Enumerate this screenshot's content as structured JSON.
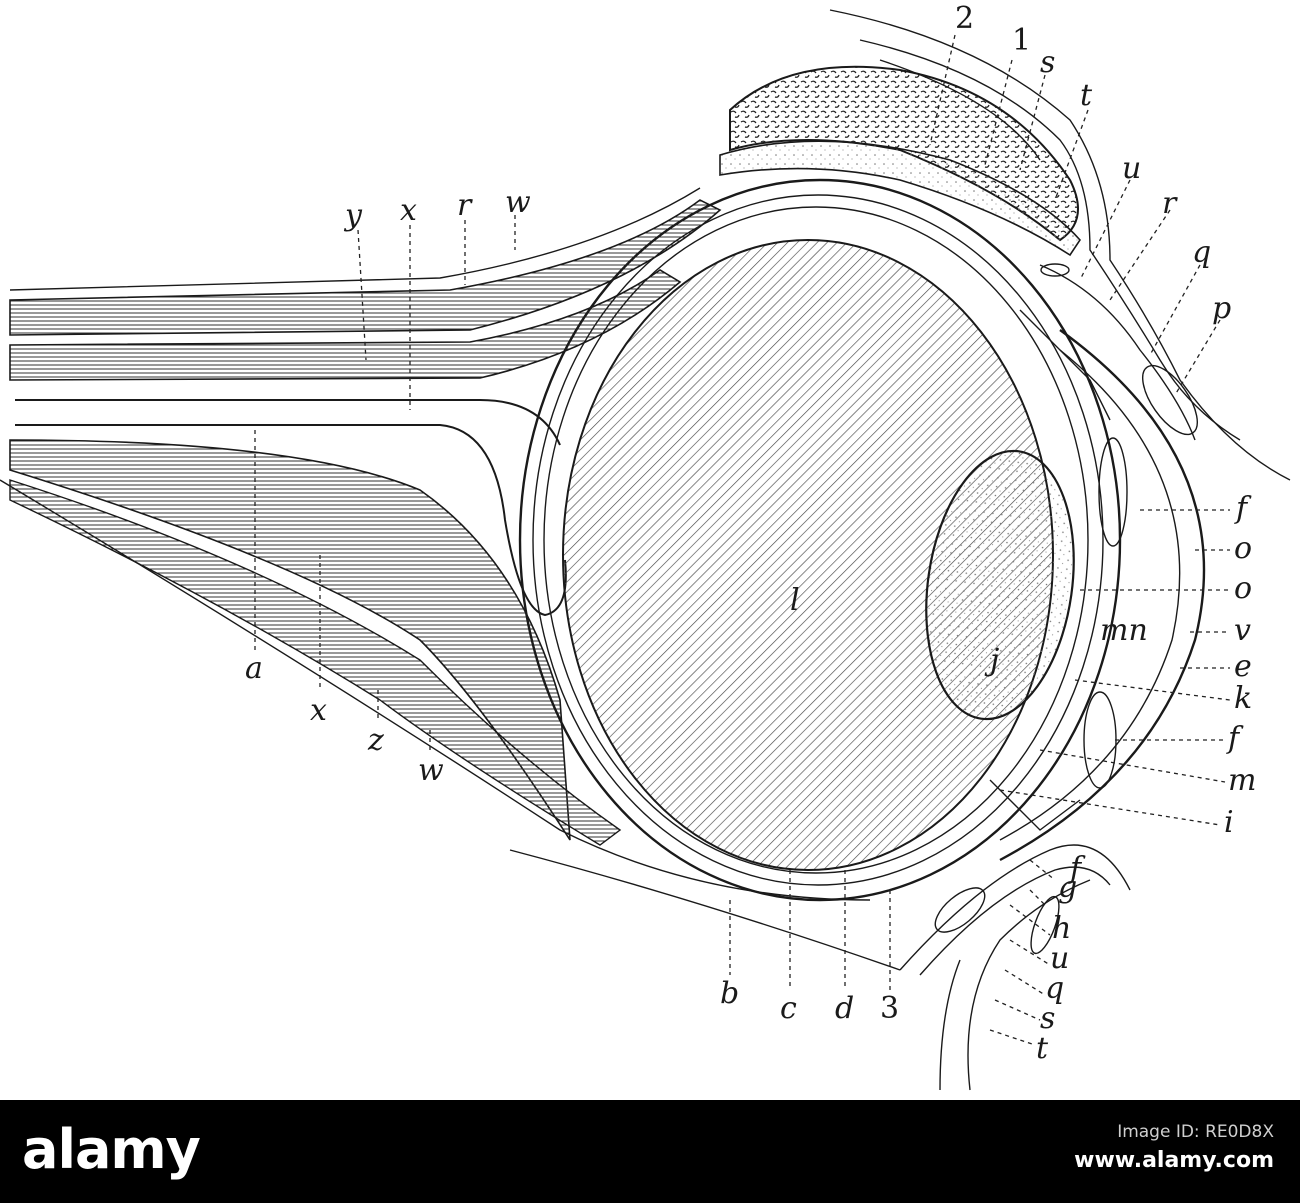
{
  "labels": {
    "n2": "2",
    "n1": "1",
    "s_top": "s",
    "t_top": "t",
    "u_top": "u",
    "r_right": "r",
    "q_right": "q",
    "p_right": "p",
    "y": "y",
    "x_top": "x",
    "r_top": "r",
    "w_top": "w",
    "f_upper": "f",
    "o_outer": "o",
    "o_inner": "o",
    "v": "v",
    "e": "e",
    "k": "k",
    "f_lower": "f",
    "m": "m",
    "i": "i",
    "mn": "mn",
    "j": "j",
    "l": "l",
    "a": "a",
    "x_bottom": "x",
    "z": "z",
    "w_bottom": "w",
    "b": "b",
    "c": "c",
    "d": "d",
    "n3": "3",
    "g": "g",
    "f_bottom": "f",
    "h": "h",
    "u_bottom": "u",
    "q_bottom": "q",
    "s_bottom": "s",
    "t_bottom": "t"
  },
  "footer": {
    "logo": "alamy",
    "image_id": "Image ID: RE0D8X",
    "url": "www.alamy.com"
  },
  "colors": {
    "ink": "#1a1a1a",
    "footer_bg": "#000000",
    "footer_text": "#ffffff"
  }
}
